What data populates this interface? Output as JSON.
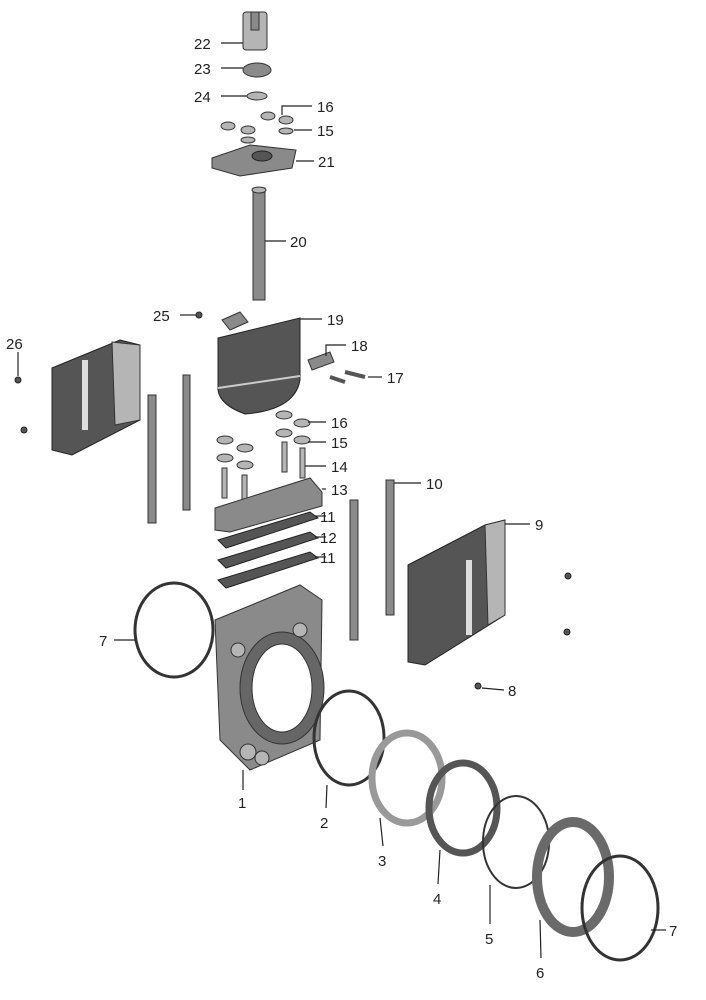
{
  "title": "Knife gate valve exploded view",
  "part_labels": [
    "22",
    "23",
    "24",
    "16",
    "15",
    "21",
    "20",
    "25",
    "19",
    "26",
    "18",
    "17",
    "16",
    "15",
    "14",
    "13",
    "10",
    "11",
    "9",
    "12",
    "11",
    "7",
    "8",
    "1",
    "2",
    "3",
    "4",
    "5",
    "6",
    "7"
  ]
}
